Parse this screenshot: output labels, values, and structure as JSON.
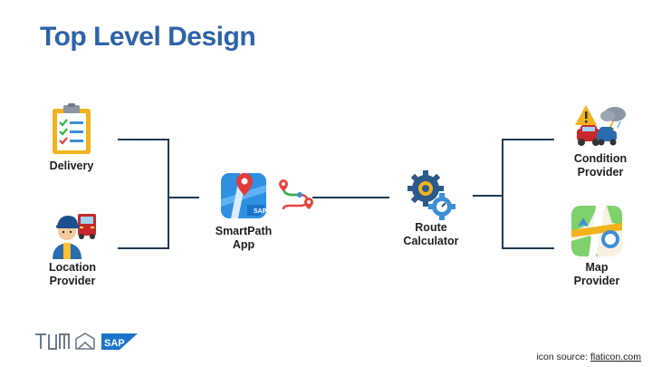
{
  "title": "Top Level Design",
  "nodes": {
    "delivery": {
      "label": "Delivery",
      "icon": "clipboard-checklist-icon"
    },
    "location_provider": {
      "line1": "Location",
      "line2": "Provider",
      "icon": "delivery-driver-icon"
    },
    "smartpath_app": {
      "line1": "SmartPath",
      "line2": "App",
      "icon": "map-app-icon",
      "badge": "SAP"
    },
    "route_calculator": {
      "line1": "Route",
      "line2": "Calculator",
      "icon": "gears-icon"
    },
    "condition_provider": {
      "line1": "Condition",
      "line2": "Provider",
      "icon": "car-accident-storm-icon"
    },
    "map_provider": {
      "line1": "Map",
      "line2": "Provider",
      "icon": "maps-app-icon"
    }
  },
  "route_icon": "route-path-icon",
  "footer": {
    "logos": [
      "tum-logo",
      "building-logo",
      "sap-logo"
    ],
    "sap_text": "SAP",
    "credit_prefix": "icon source: ",
    "credit_link": "flaticon.com"
  },
  "colors": {
    "title": "#2e63a8",
    "connector": "#1e3b52",
    "label": "#1e1e1e"
  }
}
